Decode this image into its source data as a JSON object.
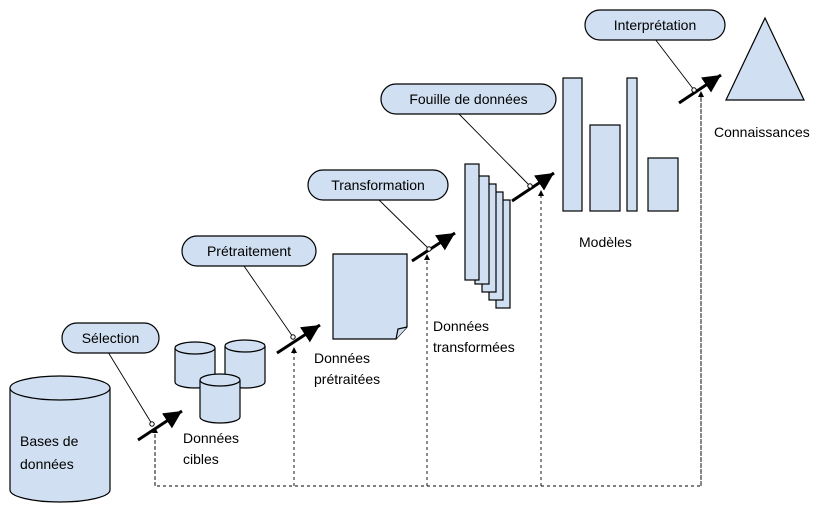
{
  "colors": {
    "fill": "#d0e0f2",
    "stroke": "#000000",
    "background": "#ffffff"
  },
  "steps": {
    "selection": "Sélection",
    "pretraitement": "Prétraitement",
    "transformation": "Transformation",
    "fouille": "Fouille de données",
    "interpretation": "Interprétation"
  },
  "artifacts": {
    "bases_line1": "Bases de",
    "bases_line2": "données",
    "cibles_line1": "Données",
    "cibles_line2": "cibles",
    "pretraitees_line1": "Données",
    "pretraitees_line2": "prétraitées",
    "transformees_line1": "Données",
    "transformees_line2": "transformées",
    "modeles": "Modèles",
    "connaissances": "Connaissances"
  }
}
